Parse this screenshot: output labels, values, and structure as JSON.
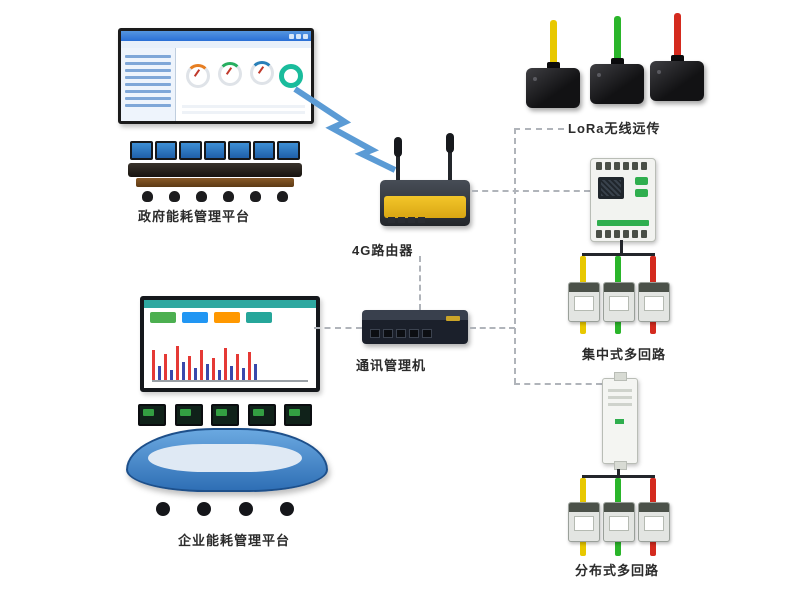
{
  "diagram": {
    "nodes": {
      "gov_platform_label": "政府能耗管理平台",
      "router_label": "4G路由器",
      "comm_manager_label": "通讯管理机",
      "enterprise_platform_label": "企业能耗管理平台",
      "lora_label": "LoRa无线远传",
      "centralized_label": "集中式多回路",
      "distributed_label": "分布式多回路"
    },
    "colors": {
      "wire_yellow": "#e8c800",
      "wire_green": "#2ab52a",
      "wire_red": "#d42a1e",
      "dash_gray": "#b0b4ba",
      "router_yellow": "#e8b820",
      "screen_blue": "#2a6fd6",
      "desk_blue": "#2f6fb5"
    },
    "enterprise_screen": {
      "bars": [
        30,
        14,
        26,
        10,
        34,
        18,
        24,
        12,
        30,
        16,
        22,
        10,
        32,
        14,
        26,
        12,
        28,
        16
      ]
    }
  }
}
